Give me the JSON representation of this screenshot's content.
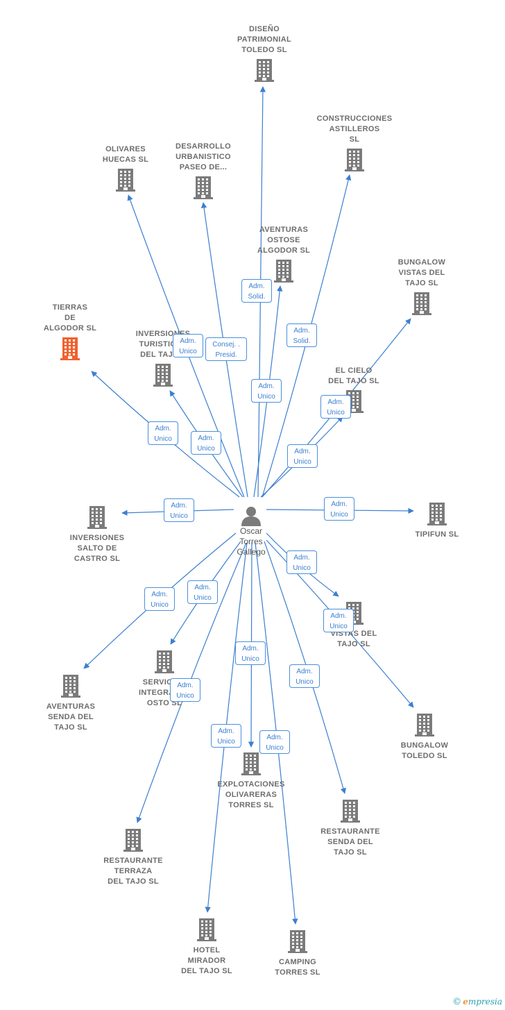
{
  "center": {
    "label": "Oscar\nTorres\nGallego"
  },
  "colors": {
    "edge": "#3b7fd0",
    "building": "#7b7b7b",
    "highlight": "#f0622e"
  },
  "nodes": [
    {
      "id": "diseno",
      "label": "DISEÑO\nPATRIMONIAL\nTOLEDO SL",
      "highlight": false
    },
    {
      "id": "construcciones",
      "label": "CONSTRUCCIONES\nASTILLEROS\nSL",
      "highlight": false
    },
    {
      "id": "olivares",
      "label": "OLIVARES\nHUECAS  SL",
      "highlight": false
    },
    {
      "id": "desarrollo",
      "label": "DESARROLLO\nURBANISTICO\nPASEO DE...",
      "highlight": false
    },
    {
      "id": "aventuras_ostose",
      "label": "AVENTURAS\nOSTOSE\nALGODOR  SL",
      "highlight": false
    },
    {
      "id": "bungalow_vistas",
      "label": "BUNGALOW\nVISTAS DEL\nTAJO  SL",
      "highlight": false
    },
    {
      "id": "tierras",
      "label": "TIERRAS\nDE\nALGODOR  SL",
      "highlight": true
    },
    {
      "id": "inversiones_turisticas",
      "label": "INVERSIONES\nTURISTICAS\nDEL TAJO...",
      "highlight": false
    },
    {
      "id": "el_cielo",
      "label": "EL CIELO\nDEL TAJO  SL",
      "highlight": false
    },
    {
      "id": "inversiones_salto",
      "label": "INVERSIONES\nSALTO DE\nCASTRO  SL",
      "highlight": false
    },
    {
      "id": "tipifun",
      "label": "TIPIFUN  SL",
      "highlight": false
    },
    {
      "id": "vistas_tajo",
      "label": "VISTAS DEL\nTAJO  SL",
      "highlight": false
    },
    {
      "id": "aventuras_senda",
      "label": "AVENTURAS\nSENDA DEL\nTAJO  SL",
      "highlight": false
    },
    {
      "id": "servicios",
      "label": "SERVICIOS\nINTEGRALES\nOSTO  SL",
      "highlight": false
    },
    {
      "id": "bungalow_toledo",
      "label": "BUNGALOW\nTOLEDO  SL",
      "highlight": false
    },
    {
      "id": "explotaciones",
      "label": "EXPLOTACIONES\nOLIVARERAS\nTORRES  SL",
      "highlight": false
    },
    {
      "id": "restaurante_senda",
      "label": "RESTAURANTE\nSENDA DEL\nTAJO  SL",
      "highlight": false
    },
    {
      "id": "restaurante_terraza",
      "label": "RESTAURANTE\nTERRAZA\nDEL TAJO  SL",
      "highlight": false
    },
    {
      "id": "hotel",
      "label": "HOTEL\nMIRADOR\nDEL TAJO  SL",
      "highlight": false
    },
    {
      "id": "camping",
      "label": "CAMPING\nTORRES  SL",
      "highlight": false
    }
  ],
  "roles": [
    {
      "target": "diseno",
      "label": "Adm.\nSolid."
    },
    {
      "target": "construcciones",
      "label": "Adm.\nSolid."
    },
    {
      "target": "olivares",
      "label": "Adm.\nUnico"
    },
    {
      "target": "desarrollo",
      "label": "Consej. .\nPresid."
    },
    {
      "target": "aventuras_ostose",
      "label": "Adm.\nUnico"
    },
    {
      "target": "bungalow_vistas",
      "label": "Adm.\nUnico"
    },
    {
      "target": "tierras",
      "label": "Adm.\nUnico"
    },
    {
      "target": "inversiones_turisticas",
      "label": "Adm.\nUnico"
    },
    {
      "target": "el_cielo",
      "label": "Adm.\nUnico"
    },
    {
      "target": "inversiones_salto",
      "label": "Adm.\nUnico"
    },
    {
      "target": "tipifun",
      "label": "Adm.\nUnico"
    },
    {
      "target": "vistas_tajo",
      "label": "Adm.\nUnico"
    },
    {
      "target": "aventuras_senda",
      "label": "Adm.\nUnico"
    },
    {
      "target": "servicios",
      "label": "Adm.\nUnico"
    },
    {
      "target": "bungalow_toledo",
      "label": "Adm.\nUnico"
    },
    {
      "target": "explotaciones",
      "label": "Adm.\nUnico"
    },
    {
      "target": "restaurante_senda",
      "label": "Adm.\nUnico"
    },
    {
      "target": "restaurante_terraza",
      "label": "Adm.\nUnico"
    },
    {
      "target": "hotel",
      "label": "Adm.\nUnico"
    },
    {
      "target": "camping",
      "label": "Adm.\nUnico"
    }
  ],
  "brand": {
    "copyright": "©",
    "name_initial": "e",
    "name_rest": "mpresia"
  }
}
